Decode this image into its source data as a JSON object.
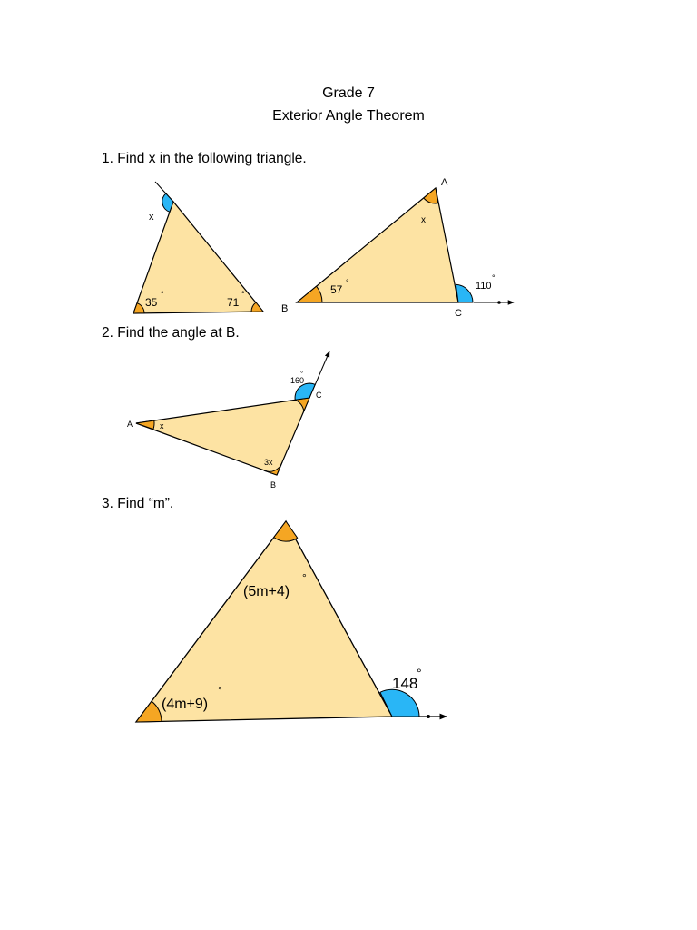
{
  "header": {
    "grade": "Grade 7",
    "title": "Exterior Angle Theorem"
  },
  "colors": {
    "triangle_fill": "#fde3a3",
    "interior_angle": "#f5a623",
    "exterior_angle": "#29b6f6",
    "line": "#000000"
  },
  "questions": [
    {
      "text": "1.  Find x in the following triangle.",
      "figure1": {
        "exterior": "x",
        "angle_left": "35",
        "angle_right": "71",
        "degree": "°"
      },
      "figure2": {
        "vertex_a": "A",
        "vertex_b": "B",
        "vertex_c": "C",
        "angle_a": "x",
        "angle_b": "57",
        "exterior_c": "110",
        "degree": "°"
      }
    },
    {
      "text": "2.   Find the angle at B.",
      "figure": {
        "vertex_a": "A",
        "vertex_b": "B",
        "vertex_c": "C",
        "angle_a": "x",
        "angle_b": "3x",
        "exterior_c": "160",
        "degree": "°"
      }
    },
    {
      "text": "3.  Find “m”.",
      "figure": {
        "angle_top": "(5m+4)",
        "angle_left": "(4m+9)",
        "exterior": "148",
        "degree": "°"
      }
    }
  ]
}
